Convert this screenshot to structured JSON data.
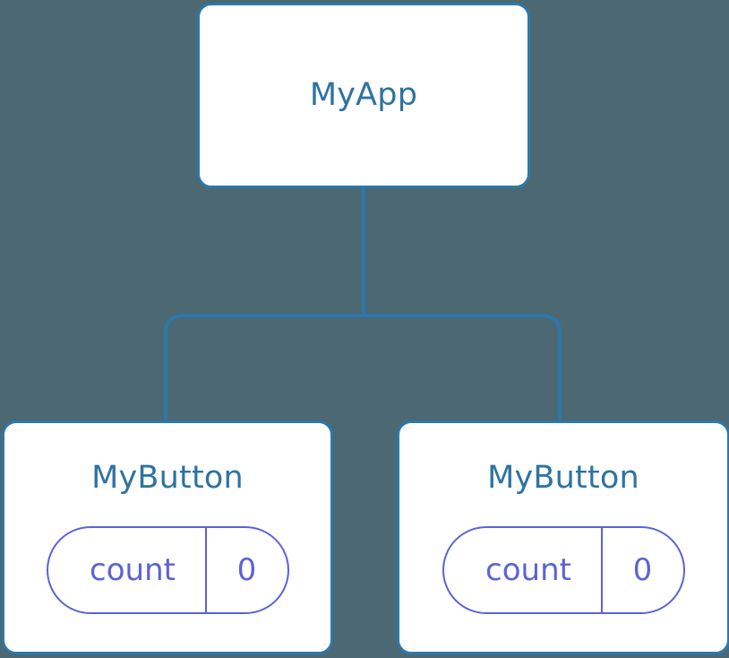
{
  "diagram": {
    "type": "component-tree",
    "background_color": "#4b6873",
    "node_border_color": "#2d78ab",
    "node_fill_color": "#ffffff",
    "node_title_color": "#2d73a2",
    "edge_color": "#2d78ab",
    "state_color": "#5b63d6",
    "root": {
      "title": "MyApp"
    },
    "children": [
      {
        "title": "MyButton",
        "state": {
          "key": "count",
          "value": "0"
        }
      },
      {
        "title": "MyButton",
        "state": {
          "key": "count",
          "value": "0"
        }
      }
    ]
  }
}
